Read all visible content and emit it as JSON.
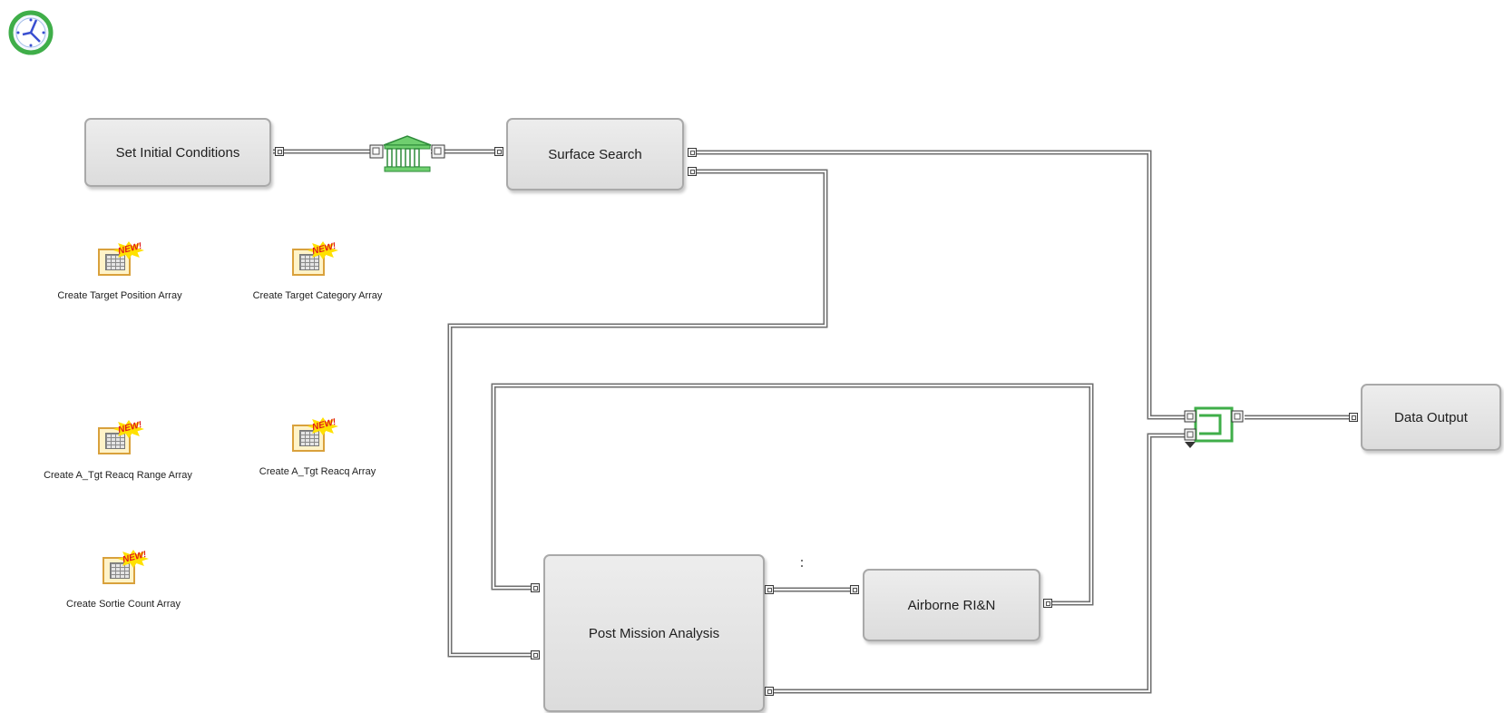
{
  "blocks": {
    "set_initial_conditions": "Set Initial Conditions",
    "surface_search": "Surface Search",
    "post_mission_analysis": "Post Mission Analysis",
    "airborne_rin": "Airborne RI&N",
    "data_output": "Data Output"
  },
  "arrays": {
    "target_position": "Create Target Position Array",
    "target_category": "Create Target Category Array",
    "reacq_range": "Create A_Tgt Reacq Range Array",
    "reacq": "Create A_Tgt Reacq Array",
    "sortie_count": "Create Sortie Count Array"
  },
  "icons": {
    "clock": "clock-icon",
    "gate": "gate-icon",
    "join": "join-icon",
    "array_badge": "new-badge",
    "array_badge_text": "NEW!"
  },
  "colors": {
    "block_fill": "#e4e4e4",
    "wire": "#6f6f6f",
    "accent_green": "#3fae49",
    "badge_yellow": "#ffe100",
    "badge_red": "#e01b1b"
  }
}
